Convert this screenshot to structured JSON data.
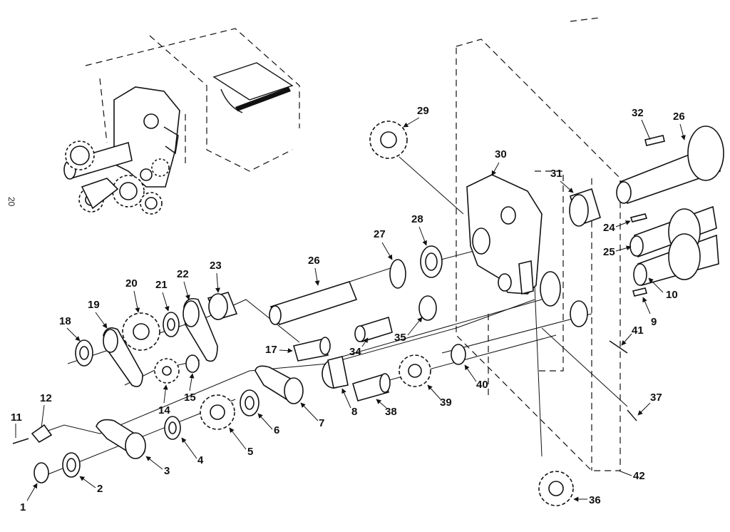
{
  "page": {
    "number": "20"
  },
  "callouts": [
    "1",
    "2",
    "3",
    "4",
    "5",
    "6",
    "7",
    "8",
    "9",
    "10",
    "11",
    "12",
    "14",
    "15",
    "17",
    "18",
    "19",
    "20",
    "21",
    "22",
    "23",
    "24",
    "25",
    "26",
    "27",
    "28",
    "29",
    "30",
    "31",
    "32",
    "34",
    "35",
    "36",
    "37",
    "38",
    "39",
    "40",
    "41",
    "42"
  ]
}
